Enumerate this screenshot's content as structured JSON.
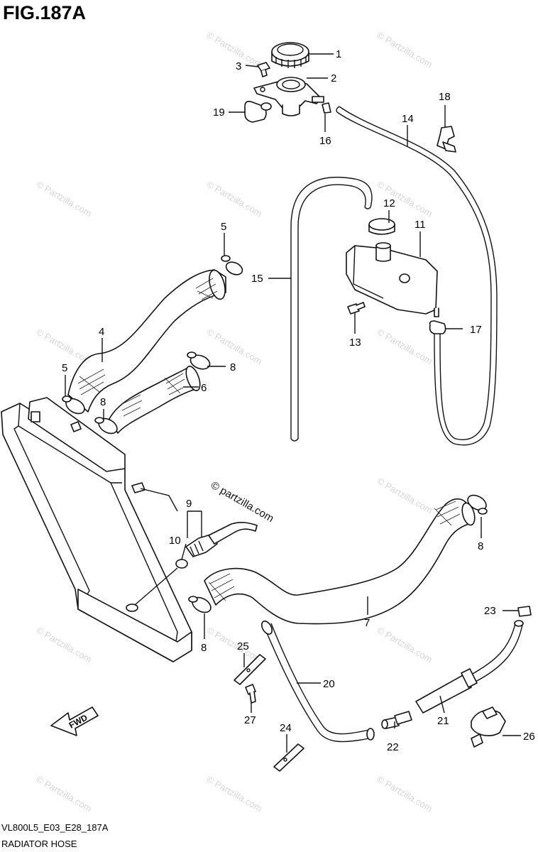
{
  "figure": {
    "title": "FIG.187A",
    "code": "VL800L5_E03_E28_187A",
    "caption": "RADIATOR HOSE"
  },
  "watermark": {
    "repeated": "© Partzilla.com",
    "center": "© partzilla.com"
  },
  "direction_badge": {
    "label": "FWD"
  },
  "callouts": {
    "c1": "1",
    "c2": "2",
    "c3": "3",
    "c4": "4",
    "c5a": "5",
    "c5b": "5",
    "c6": "6",
    "c7": "7",
    "c8a": "8",
    "c8b": "8",
    "c8c": "8",
    "c8d": "8",
    "c9": "9",
    "c10": "10",
    "c11": "11",
    "c12": "12",
    "c13": "13",
    "c14": "14",
    "c15": "15",
    "c16": "16",
    "c17": "17",
    "c18": "18",
    "c19": "19",
    "c20": "20",
    "c21": "21",
    "c22": "22",
    "c23": "23",
    "c24": "24",
    "c25": "25",
    "c26": "26",
    "c27": "27"
  }
}
